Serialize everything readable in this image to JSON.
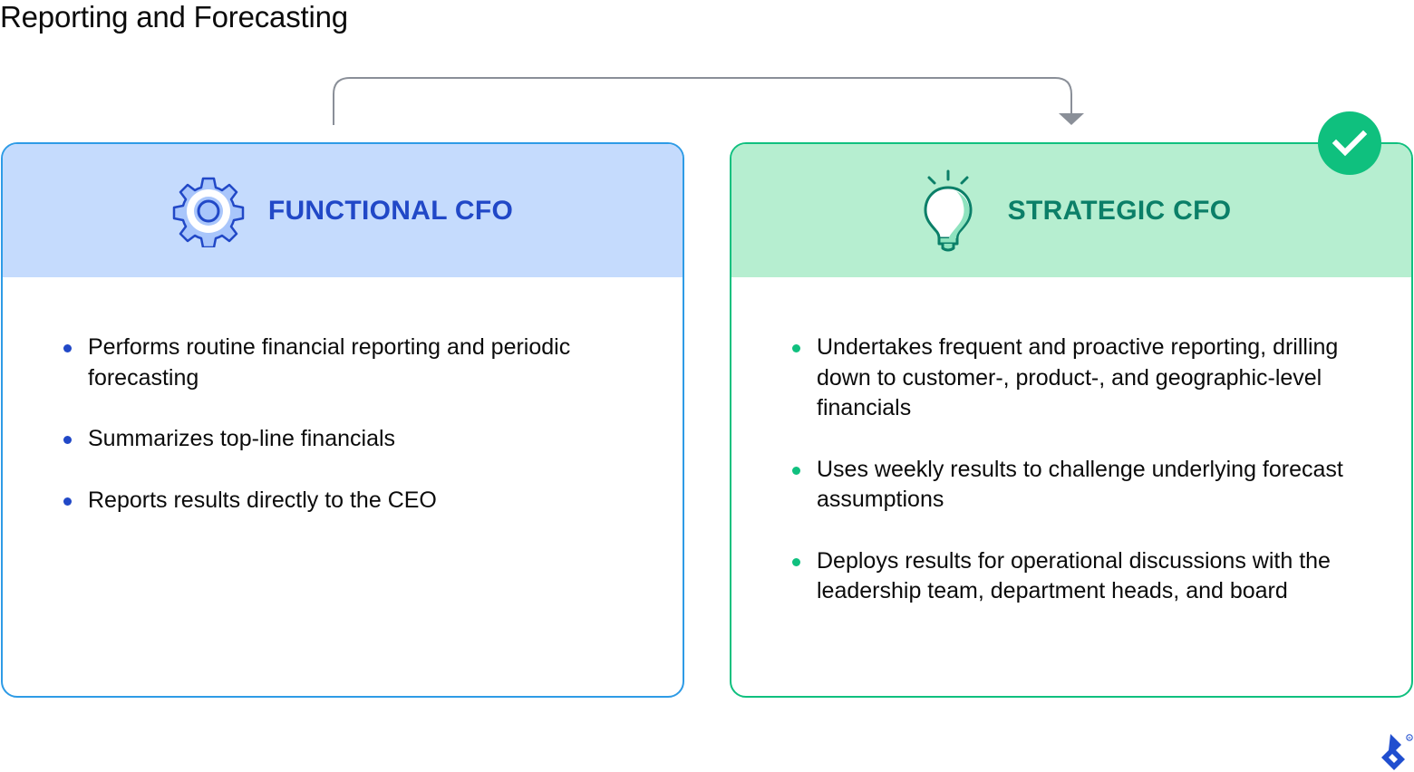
{
  "page": {
    "title": "Reporting and Forecasting"
  },
  "connector": {
    "icon": "arrow-down-icon",
    "color": "#8a8f98",
    "from": "functional-cfo",
    "to": "strategic-cfo"
  },
  "functional": {
    "title": "FUNCTIONAL CFO",
    "icon": "gear-icon",
    "accent": "#2148c7",
    "header_bg": "#c5dbfd",
    "border": "#2e9be6",
    "bullets": [
      "Performs routine financial reporting and periodic forecasting",
      "Summarizes top-line financials",
      "Reports results directly to the CEO"
    ]
  },
  "strategic": {
    "title": "STRATEGIC CFO",
    "icon": "lightbulb-icon",
    "accent": "#0b7f68",
    "header_bg": "#b6eed0",
    "border": "#10c07f",
    "badge_icon": "checkmark-icon",
    "bullets": [
      "Undertakes frequent and proactive reporting, drilling down to customer-, product-, and geographic-level financials",
      "Uses weekly results to challenge underlying forecast assumptions",
      "Deploys results for operational discussions with the leadership team, department heads, and board"
    ]
  },
  "brand": {
    "logo_icon": "toptal-logo-icon",
    "color": "#204ecf"
  }
}
